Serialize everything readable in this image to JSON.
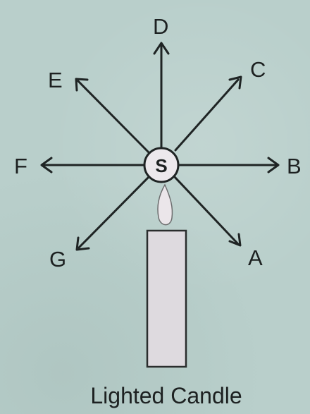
{
  "diagram": {
    "source": {
      "label": "S"
    },
    "points": [
      {
        "id": "A",
        "label": "A"
      },
      {
        "id": "B",
        "label": "B"
      },
      {
        "id": "C",
        "label": "C"
      },
      {
        "id": "D",
        "label": "D"
      },
      {
        "id": "E",
        "label": "E"
      },
      {
        "id": "F",
        "label": "F"
      },
      {
        "id": "G",
        "label": "G"
      }
    ],
    "caption": "Lighted Candle",
    "colors": {
      "background": "#b9cfcb",
      "ink": "#1f2424",
      "source_fill": "#ece8ec",
      "candle_fill": "#dedadf"
    }
  }
}
